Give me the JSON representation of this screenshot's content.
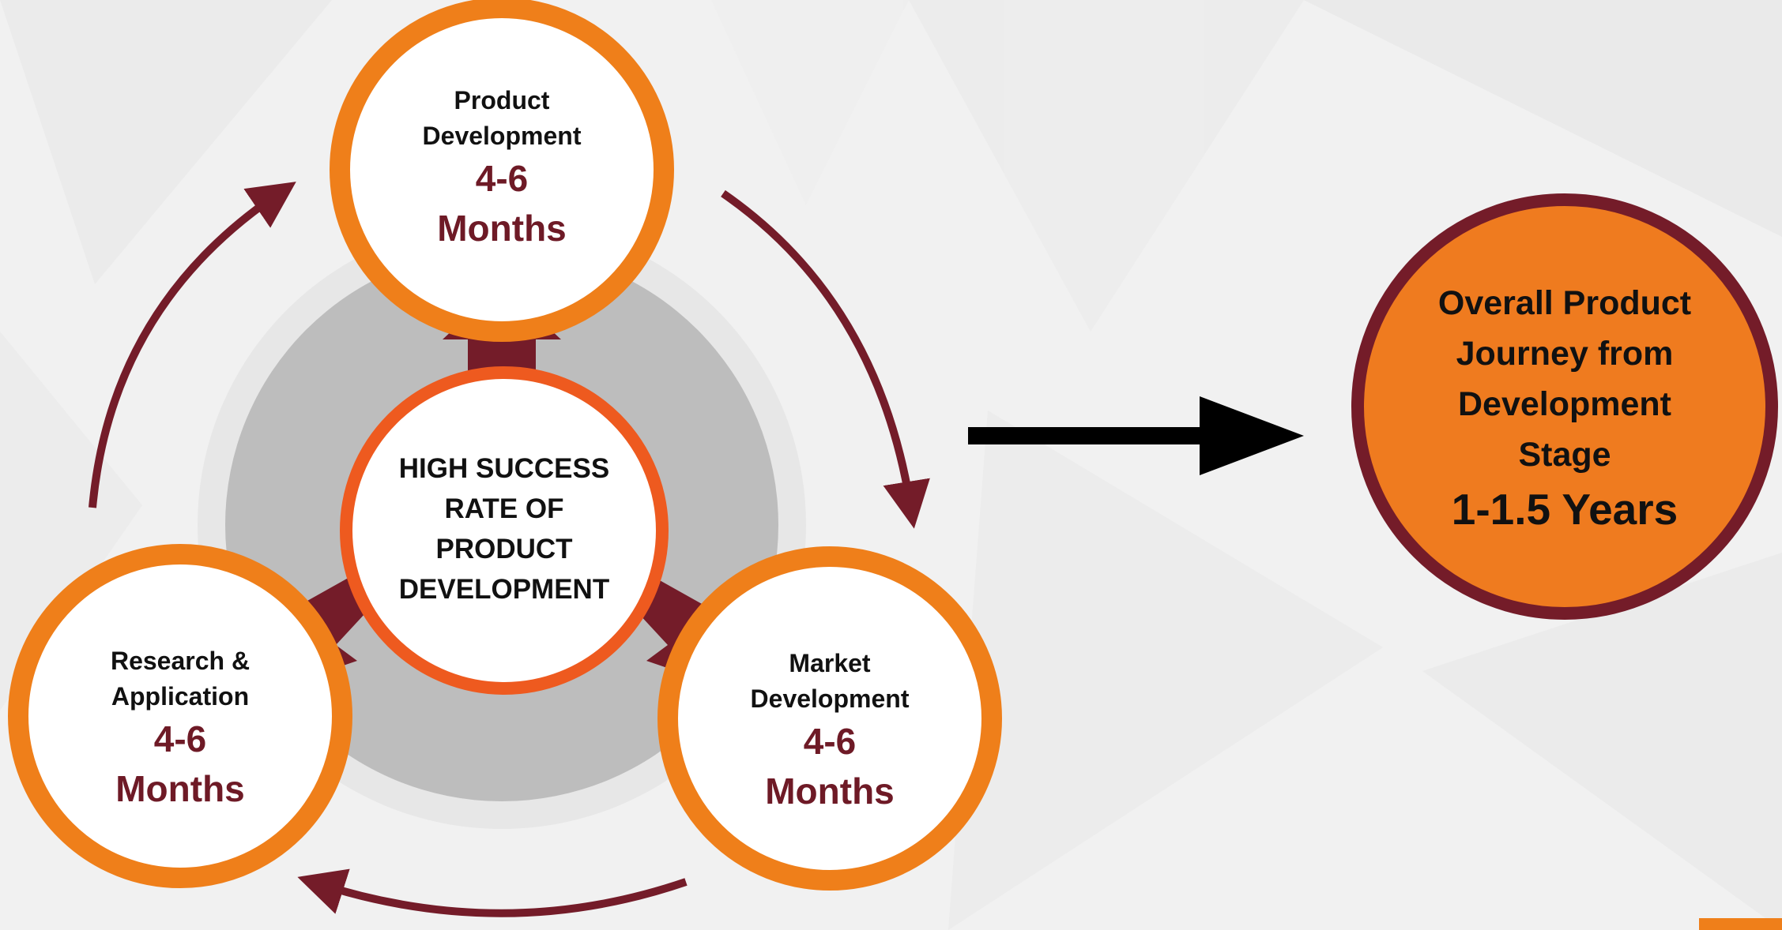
{
  "colors": {
    "orange": "#ef7f1a",
    "center_ring": "#ee5a1f",
    "maroon": "#741c29",
    "hub_gray": "#bdbdbd",
    "background": "#f1f1f1",
    "summary_fill": "#ef7b1f"
  },
  "center": {
    "line1": "HIGH SUCCESS",
    "line2": "RATE OF",
    "line3": "PRODUCT",
    "line4": "DEVELOPMENT"
  },
  "stages": {
    "product_development": {
      "line1": "Product",
      "line2": "Development",
      "duration1": "4-6",
      "duration2": "Months"
    },
    "market_development": {
      "line1": "Market",
      "line2": "Development",
      "duration1": "4-6",
      "duration2": "Months"
    },
    "research_application": {
      "line1": "Research &",
      "line2": "Application",
      "duration1": "4-6",
      "duration2": "Months"
    }
  },
  "summary": {
    "line1": "Overall Product",
    "line2": "Journey from",
    "line3": "Development",
    "line4": "Stage",
    "duration": "1-1.5 Years"
  }
}
